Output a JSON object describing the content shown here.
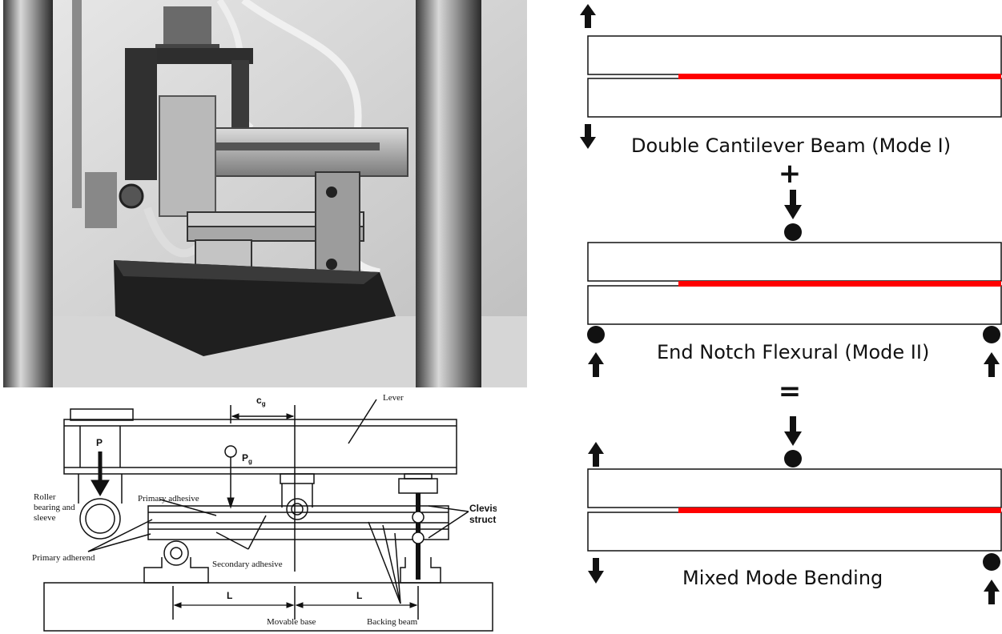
{
  "photo": {
    "description": "",
    "scale_marks": ""
  },
  "schematic": {
    "labels": {
      "cg": "c",
      "cg_sub": "g",
      "p": "P",
      "pg": "P",
      "pg_sub": "g",
      "lever": "Lever",
      "roller": [
        "Roller",
        "bearing and",
        "sleeve"
      ],
      "primary_adhesive": "Primary adhesive",
      "primary_adherend": "Primary adherend",
      "secondary_adhesive": "Secondary adhesive",
      "clevis": [
        "Clevis pin",
        "structure"
      ],
      "l_left": "L",
      "l_right": "L",
      "movable_base": "Movable base",
      "backing_beam": "Backing beam"
    }
  },
  "modes": {
    "dcb": "Double Cantilever Beam (Mode I)",
    "enf": "End Notch Flexural (Mode II)",
    "mmb": "Mixed Mode Bending",
    "plus": "+",
    "equals": "=",
    "crack_color": "#ff0000"
  }
}
